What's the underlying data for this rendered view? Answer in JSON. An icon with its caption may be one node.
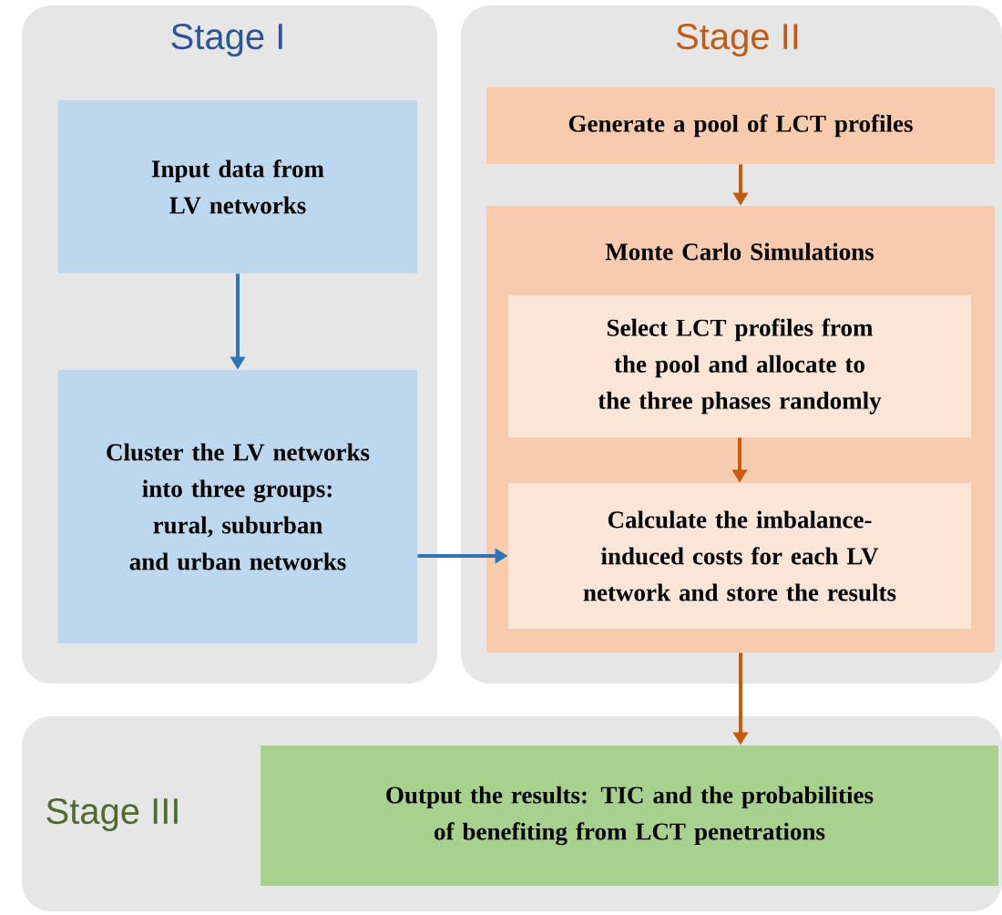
{
  "diagram": {
    "nodes": [
      {
        "text": [
          "Stage I"
        ]
      },
      {
        "text": [
          "Input data from LV networks"
        ],
        "in": 0
      },
      {
        "text": [
          "Cluster the LV networks into three groups: rural, suburban and urban networks"
        ],
        "in": 0
      },
      {
        "text": [
          "Stage II"
        ]
      },
      {
        "text": [
          "Generate a pool of LCT profiles"
        ],
        "in": 3
      },
      {
        "text": [
          "Monte Carlo Simulations"
        ],
        "in": 3
      },
      {
        "text": [
          "Select LCT profiles from the pool and allocate to the three phases randomly"
        ],
        "in": 5
      },
      {
        "text": [
          "Calculate the imbalance-induced costs for each LV network and store the results"
        ],
        "in": 5
      },
      {
        "text": [
          "Stage III"
        ]
      },
      {
        "text": [
          "Output the results: TIC and the probabilities of benefiting from LCT penetrations"
        ],
        "in": 8
      }
    ],
    "edges": [
      {
        "from": 1,
        "to": 2,
        "arrow": "to",
        "color": "#2e75b6"
      },
      {
        "from": 2,
        "to": 7,
        "arrow": "to",
        "color": "#2e75b6"
      },
      {
        "from": 4,
        "to": 5,
        "arrow": "to"
      },
      {
        "from": 6,
        "to": 7,
        "arrow": "to"
      },
      {
        "from": 5,
        "to": 9,
        "arrow": "to"
      }
    ]
  }
}
